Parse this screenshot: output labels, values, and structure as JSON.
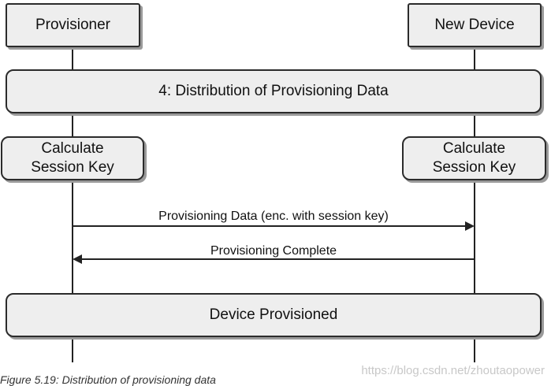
{
  "lanes": {
    "provisioner": "Provisioner",
    "new_device": "New Device"
  },
  "phase": {
    "title": "4:  Distribution of Provisioning Data"
  },
  "calc_left": {
    "line1": "Calculate",
    "line2": "Session Key"
  },
  "calc_right": {
    "line1": "Calculate",
    "line2": "Session Key"
  },
  "messages": {
    "provisioning_data": "Provisioning Data (enc.  with session key)",
    "provisioning_complete": "Provisioning Complete"
  },
  "result": {
    "title": "Device Provisioned"
  },
  "caption": "Figure 5.19: Distribution of provisioning data",
  "watermark": "https://blog.csdn.net/zhoutaopower"
}
